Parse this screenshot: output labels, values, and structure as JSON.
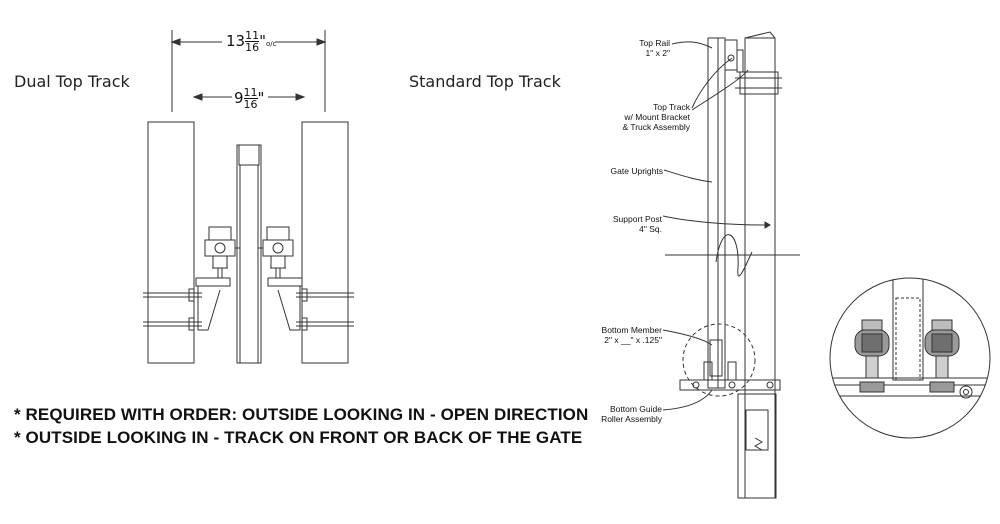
{
  "titles": {
    "dual": "Dual Top Track",
    "standard": "Standard Top Track"
  },
  "dimensions": {
    "outer": {
      "whole": "13",
      "num": "11",
      "den": "16",
      "unit": "\"",
      "suffix": "o/c"
    },
    "inner": {
      "whole": "9",
      "num": "11",
      "den": "16",
      "unit": "\""
    }
  },
  "notes": [
    "* REQUIRED WITH ORDER: OUTSIDE LOOKING IN - OPEN DIRECTION",
    "* OUTSIDE LOOKING IN - TRACK ON FRONT OR BACK OF THE GATE"
  ],
  "labels": {
    "top_rail": "Top Rail\n1\" x 2\"",
    "top_track": "Top Track\nw/ Mount Bracket\n& Truck Assembly",
    "gate_uprights": "Gate Uprights",
    "support_post": "Support Post\n4\" Sq.",
    "bottom_member": "Bottom Member\n2\" x __\" x .125\"",
    "bottom_guide": "Bottom Guide\nRoller Assembly"
  },
  "colors": {
    "line": "#333333",
    "roller": "#9a9a9a",
    "roller_dark": "#6f6f6f"
  }
}
